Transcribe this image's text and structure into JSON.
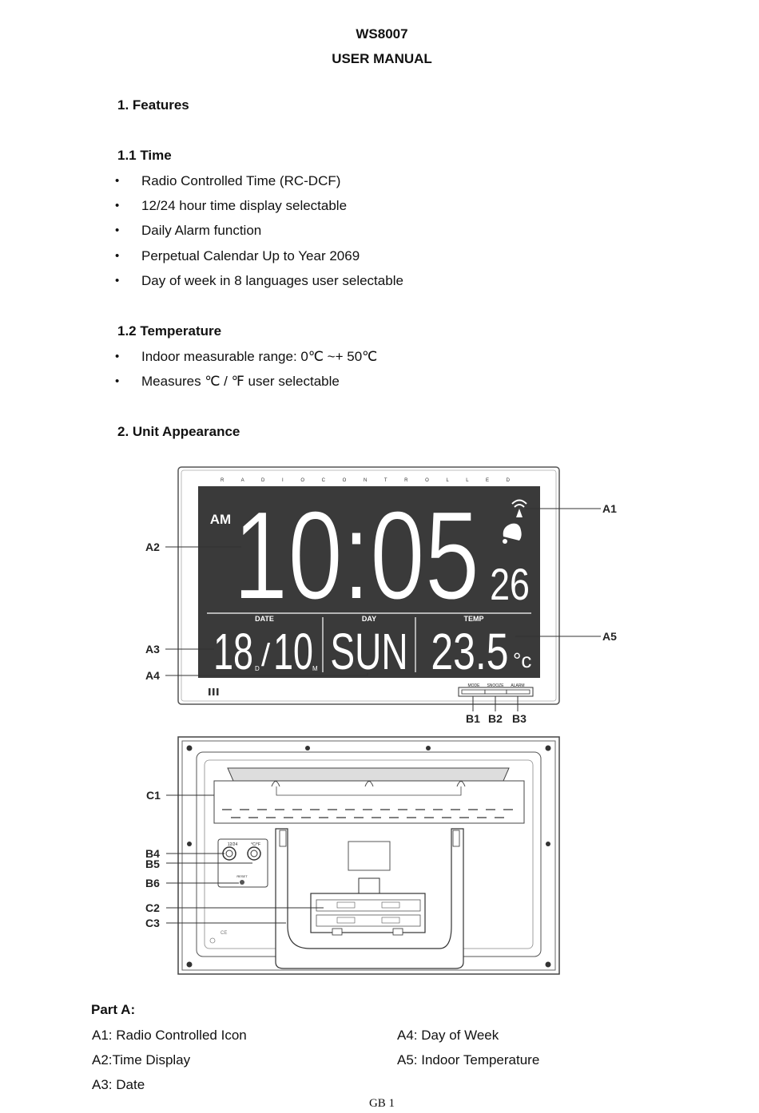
{
  "header": {
    "model": "WS8007",
    "subtitle": "USER MANUAL"
  },
  "section1": {
    "title": "1.  Features",
    "sub1": {
      "title": "1.1  Time",
      "items": [
        "Radio Controlled Time (RC-DCF)",
        "12/24 hour time display selectable",
        "Daily Alarm function",
        "Perpetual Calendar Up to Year 2069",
        "Day of week in 8 languages user selectable"
      ]
    },
    "sub2": {
      "title": "1.2  Temperature",
      "items": [
        "Indoor measurable range: 0℃ ~+ 50℃",
        "Measures ℃ / ℉ user selectable"
      ]
    }
  },
  "section2": {
    "title": "2. Unit Appearance"
  },
  "figure": {
    "top_label": "R A D I O    C O N T R O L L E D",
    "display": {
      "ampm": "AM",
      "time": "10:05",
      "seconds": "26",
      "date_label": "DATE",
      "day_label": "DAY",
      "temp_label": "TEMP",
      "date_day": "18",
      "date_month": "10",
      "date_d": "D",
      "date_m": "M",
      "weekday": "SUN",
      "temperature": "23.5",
      "temp_unit": "°c"
    },
    "buttons": {
      "mode": "MODE",
      "snooze": "SNOOZE",
      "alarm": "ALARM"
    },
    "back": {
      "b4_label": "12/24",
      "b5_label": "°C/°F",
      "b6_label": "RESET",
      "ce": "CE"
    },
    "callouts": {
      "a1": "A1",
      "a2": "A2",
      "a3": "A3",
      "a4": "A4",
      "a5": "A5",
      "b1": "B1",
      "b2": "B2",
      "b3": "B3",
      "c1": "C1",
      "b4": "B4",
      "b5": "B5",
      "b6": "B6",
      "c2": "C2",
      "c3": "C3"
    }
  },
  "partA": {
    "title": "Part A:",
    "left": [
      "A1: Radio Controlled Icon",
      "A2:Time Display",
      "A3: Date"
    ],
    "right": [
      "A4: Day of Week",
      "A5: Indoor Temperature"
    ]
  },
  "footer": {
    "page": "GB 1"
  }
}
